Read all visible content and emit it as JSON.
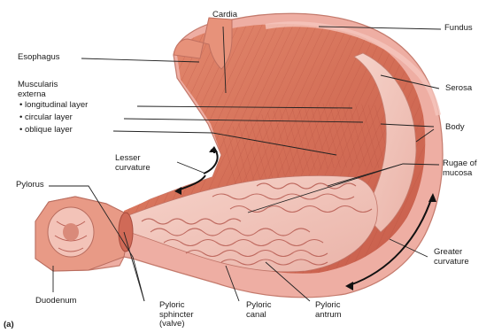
{
  "labels": {
    "cardia": "Cardia",
    "fundus": "Fundus",
    "esophagus": "Esophagus",
    "muscularis_externa": "Muscularis\nexterna",
    "longitudinal_layer": "• longitudinal layer",
    "circular_layer": "• circular layer",
    "oblique_layer": "• oblique layer",
    "serosa": "Serosa",
    "body": "Body",
    "lesser_curvature": "Lesser\ncurvature",
    "rugae_of_mucosa": "Rugae of\nmucosa",
    "pylorus": "Pylorus",
    "greater_curvature": "Greater\ncurvature",
    "duodenum": "Duodenum",
    "pyloric_sphincter": "Pyloric\nsphincter\n(valve)",
    "pyloric_canal": "Pyloric\ncanal",
    "pyloric_antrum": "Pyloric\nantrum",
    "panel_letter": "(a)"
  },
  "colors": {
    "serosa": "#e9a59a",
    "muscle": "#d9765e",
    "mucosa": "#f2c9c0",
    "rugae_line": "#b85a52",
    "leader": "#222222"
  }
}
